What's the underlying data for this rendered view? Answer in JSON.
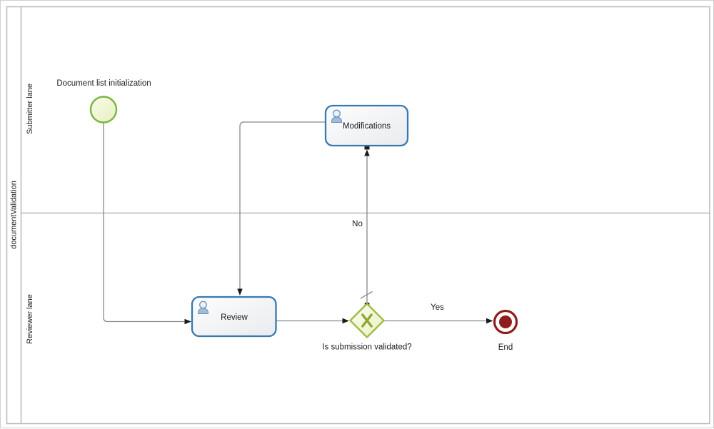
{
  "diagram": {
    "pool": {
      "label": "documentValidation"
    },
    "lanes": [
      {
        "label": "Submitter lane"
      },
      {
        "label": "Reviewer lane"
      }
    ],
    "nodes": {
      "start_event": {
        "label": "Document list initialization"
      },
      "task_modifications": {
        "label": "Modifications"
      },
      "task_review": {
        "label": "Review"
      },
      "gateway": {
        "label": "Is submission validated?"
      },
      "end_event": {
        "label": "End"
      }
    },
    "flows": {
      "yes": {
        "label": "Yes"
      },
      "no": {
        "label": "No"
      }
    }
  },
  "colors": {
    "task-border": "#3678b0",
    "task-icon": "#9fbcd9",
    "task-icon-stroke": "#6b93bd",
    "start-border": "#7ab441",
    "gateway-border": "#a0bc48",
    "gateway-marker": "#8fa834",
    "end-color": "#8f1d1d",
    "flow-line": "#888888",
    "frame-line": "#b8b8b8",
    "arrow-color": "#1a1a1a",
    "text-color": "#202020"
  }
}
